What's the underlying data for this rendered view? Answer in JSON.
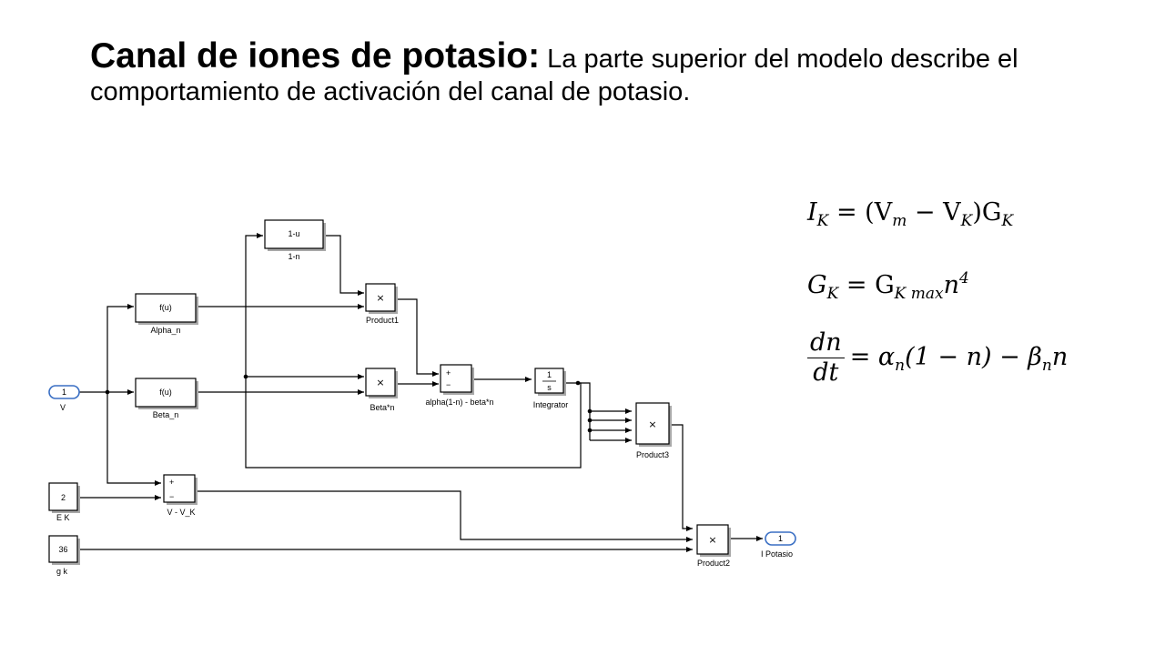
{
  "heading": {
    "bold": "Canal de iones de potasio:",
    "rest": " La parte superior del modelo describe el comportamiento de activación del canal de potasio."
  },
  "equations": {
    "ik": {
      "lhs": "I",
      "lhs_sub": "K",
      "mid": " = (V",
      "vm_sub": "m",
      "minus": " − V",
      "vk_sub": "K",
      "close": ")G",
      "gk_sub": "K"
    },
    "gk": {
      "lhs": "G",
      "lhs_sub": "K",
      "mid": " = G",
      "sub": "K max",
      "n": "n",
      "exp": "4"
    },
    "dn": {
      "num": "dn",
      "den": "dt",
      "eq": "= α",
      "a_sub": "n",
      "rest": "(1 − n) −  β",
      "b_sub": "n",
      "tail": "n"
    }
  },
  "blocks": {
    "in_port": {
      "num": "1",
      "label": "V"
    },
    "alpha": {
      "text": "f(u)",
      "label": "Alpha_n"
    },
    "beta": {
      "text": "f(u)",
      "label": "Beta_n"
    },
    "one_minus": {
      "text": "1-u",
      "label": "1-n"
    },
    "product1": {
      "text": "×",
      "label": "Product1"
    },
    "beta_n": {
      "text": "×",
      "label": "Beta*n"
    },
    "sum": {
      "plus": "+",
      "minus": "−",
      "label": "alpha(1-n) - beta*n"
    },
    "integrator": {
      "num": "1",
      "den": "s",
      "label": "Integrator"
    },
    "product3": {
      "text": "×",
      "label": "Product3"
    },
    "ek": {
      "text": "2",
      "label": "E K"
    },
    "v_vk": {
      "plus": "+",
      "minus": "−",
      "label": "V - V_K"
    },
    "gk": {
      "text": "36",
      "label": "g k"
    },
    "product2": {
      "text": "×",
      "label": "Product2"
    },
    "out_port": {
      "num": "1",
      "label": "I Potasio"
    }
  }
}
